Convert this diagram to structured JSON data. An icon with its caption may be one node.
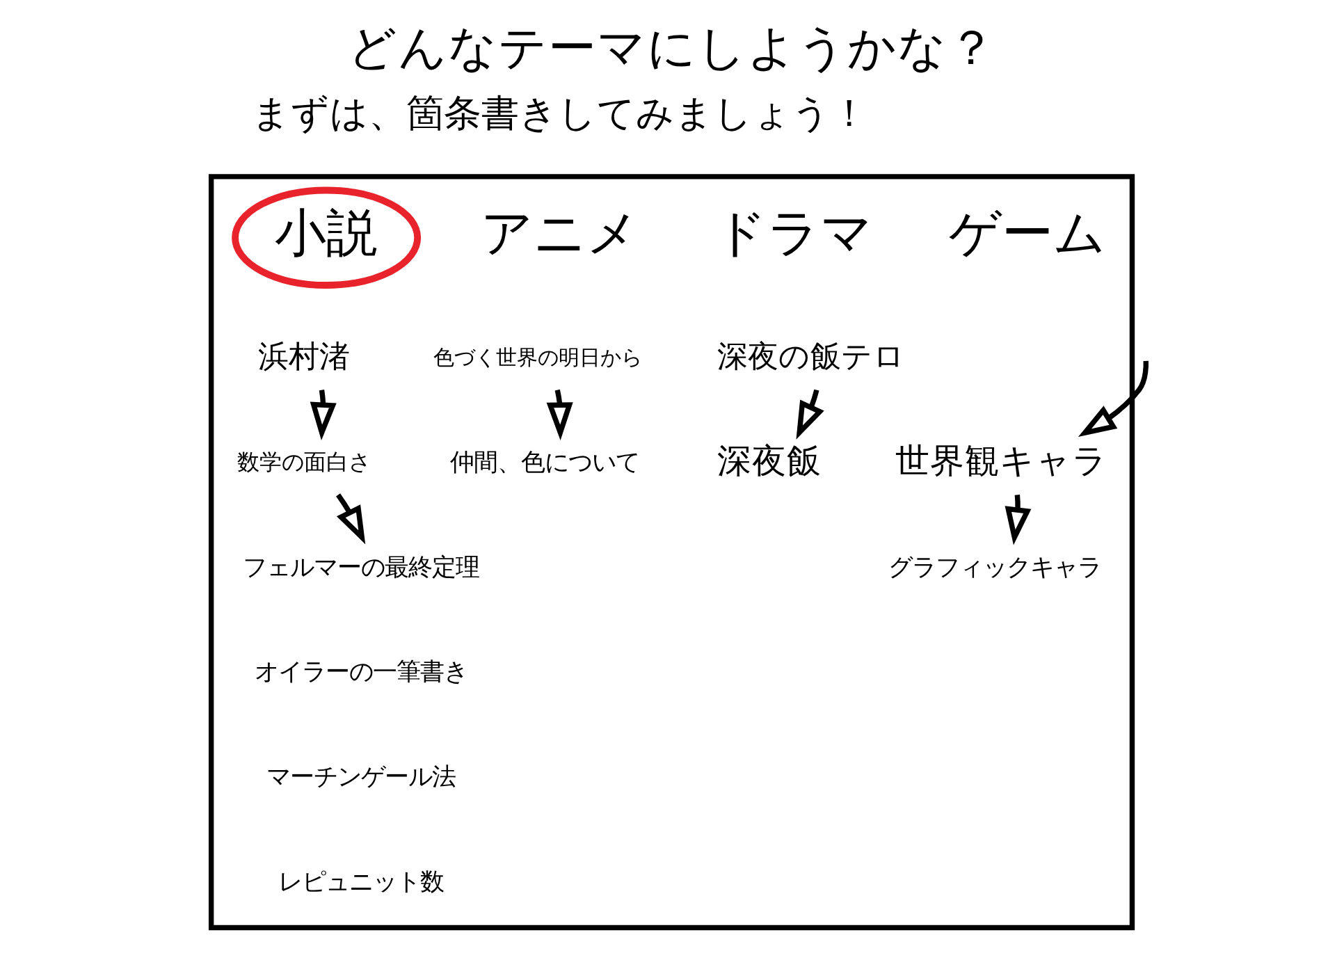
{
  "diagram": {
    "title": "どんなテーマにしようかな？",
    "nodes": [
      {
        "text": [],
        "shape": "box"
      },
      {
        "text": [
          "小説"
        ],
        "in": 0
      },
      {
        "text": [
          "アニメ"
        ],
        "in": 0
      },
      {
        "text": [
          "ドラマ"
        ],
        "in": 0
      },
      {
        "text": [
          "ゲーム"
        ],
        "in": 0
      },
      {
        "text": [
          "浜村渚"
        ],
        "in": 0
      },
      {
        "text": [
          "数学の面白さ"
        ],
        "in": 0
      },
      {
        "text": [
          "フェルマーの最終定理"
        ],
        "in": 0
      },
      {
        "text": [
          "オイラーの一筆書き"
        ],
        "in": 0
      },
      {
        "text": [
          "マーチンゲール法"
        ],
        "in": 0
      },
      {
        "text": [
          "レピュニット数"
        ],
        "in": 0
      },
      {
        "text": [
          "色づく世界の明日から"
        ],
        "in": 0
      },
      {
        "text": [
          "仲間、色について"
        ],
        "in": 0
      },
      {
        "text": [
          "深夜の飯テロ"
        ],
        "in": 0
      },
      {
        "text": [
          "深夜飯"
        ],
        "in": 0
      },
      {
        "text": [
          "世界観キャラ"
        ],
        "in": 0
      },
      {
        "text": [
          "グラフィックキャラ"
        ],
        "in": 0
      }
    ],
    "edges": [
      {
        "from": 5,
        "to": 6,
        "arrow": "to"
      },
      {
        "from": 6,
        "to": 7,
        "arrow": "to"
      },
      {
        "from": 11,
        "to": 12,
        "arrow": "to"
      },
      {
        "from": 13,
        "to": 14,
        "arrow": "to"
      },
      {
        "from": null,
        "to": 15,
        "arrow": "to"
      },
      {
        "from": 15,
        "to": 16,
        "arrow": "to"
      }
    ],
    "labels": [
      "まずは、箇条書きしてみましょう！"
    ]
  }
}
